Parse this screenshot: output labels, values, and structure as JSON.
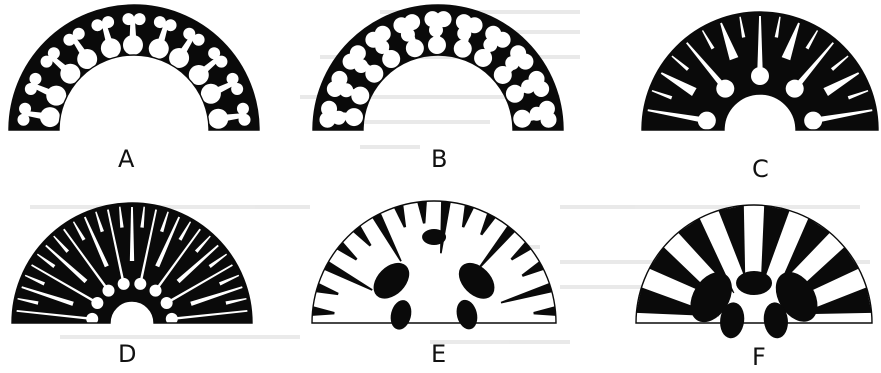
{
  "figure": {
    "panels": [
      {
        "id": "a",
        "label": "A"
      },
      {
        "id": "b",
        "label": "B"
      },
      {
        "id": "c",
        "label": "C"
      },
      {
        "id": "d",
        "label": "D"
      },
      {
        "id": "e",
        "label": "E"
      },
      {
        "id": "f",
        "label": "F"
      }
    ]
  },
  "colors": {
    "ink": "#0a0a0a",
    "paper": "#ffffff",
    "bleed_through": "#d8d8d8"
  }
}
